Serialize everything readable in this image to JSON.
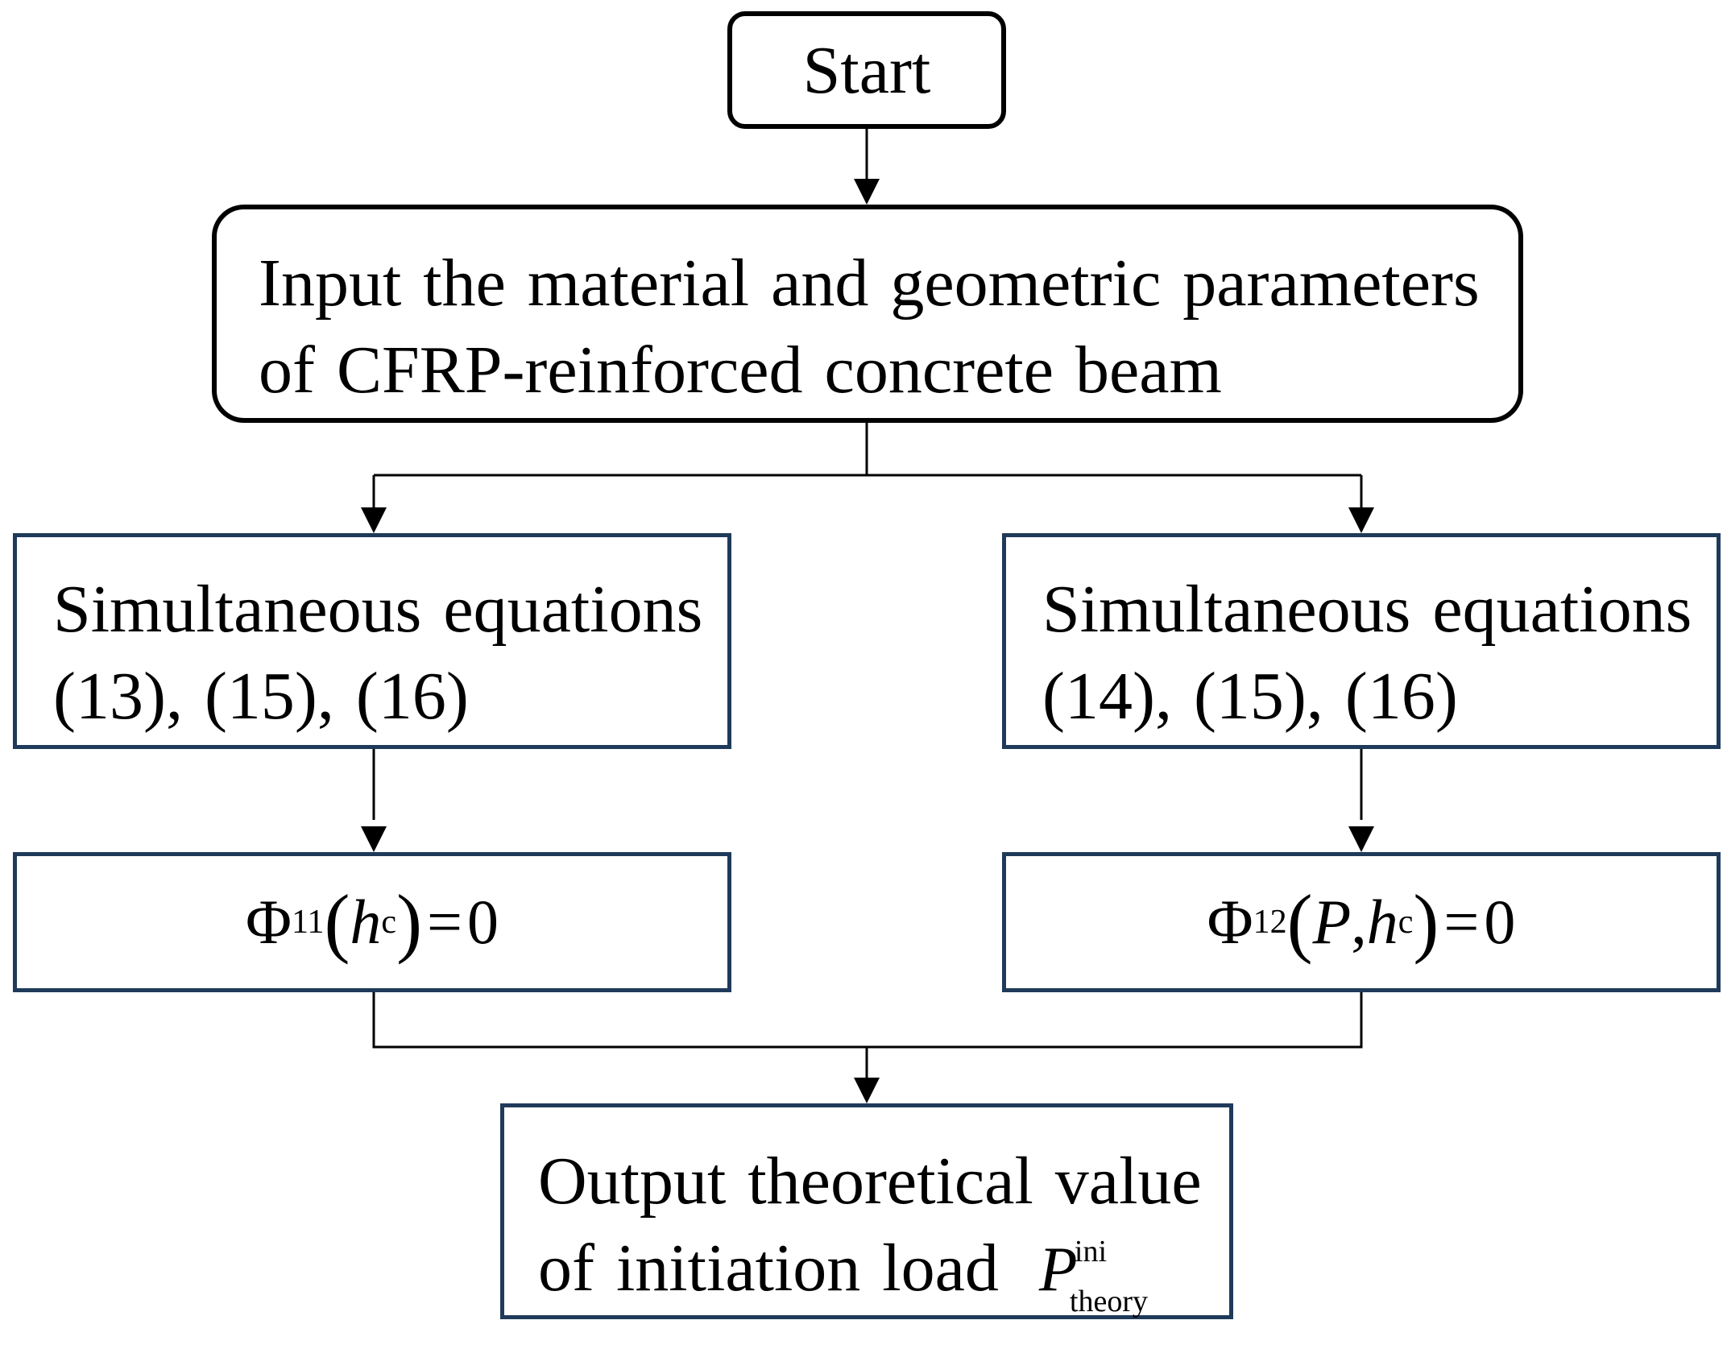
{
  "diagram": {
    "start": {
      "label": "Start"
    },
    "input": {
      "line1": "Input  the material and geometric parameters",
      "line2": "of CFRP-reinforced concrete beam"
    },
    "left_branch": {
      "equations_line1": "Simultaneous equations",
      "equations_line2": "(13), (15), (16)",
      "condition": {
        "phi": "Φ",
        "index": "11",
        "args": "h",
        "arg_sub": "c",
        "rhs": "0"
      }
    },
    "right_branch": {
      "equations_line1": "Simultaneous equations",
      "equations_line2": "(14), (15), (16)",
      "condition": {
        "phi": "Φ",
        "index": "12",
        "arg1": "P",
        "args": "h",
        "arg_sub": "c",
        "rhs": "0"
      }
    },
    "output": {
      "line1": "Output  theoretical  value",
      "line2": "of initiation load",
      "symbol": "P",
      "symbol_sup": "ini",
      "symbol_sub": "theory"
    }
  }
}
